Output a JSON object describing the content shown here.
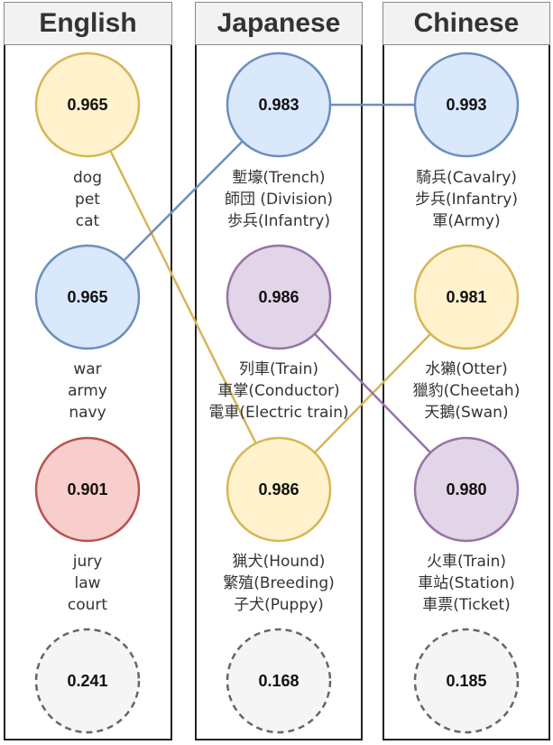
{
  "columns": [
    {
      "title": "English"
    },
    {
      "title": "Japanese"
    },
    {
      "title": "Chinese"
    }
  ],
  "colors": {
    "yellow_fill": "#fff2cc",
    "yellow_stroke": "#d6b656",
    "blue_fill": "#dae8fc",
    "blue_stroke": "#6c8ebf",
    "purple_fill": "#e1d5e7",
    "purple_stroke": "#9673a6",
    "red_fill": "#f8cecc",
    "red_stroke": "#b85450",
    "gray_fill": "#f5f5f5",
    "gray_stroke": "#666666"
  },
  "nodes": {
    "en_1": {
      "value": "0.965",
      "color": "yellow",
      "words": [
        "dog",
        "pet",
        "cat"
      ]
    },
    "en_2": {
      "value": "0.965",
      "color": "blue",
      "words": [
        "war",
        "army",
        "navy"
      ]
    },
    "en_3": {
      "value": "0.901",
      "color": "red",
      "words": [
        "jury",
        "law",
        "court"
      ]
    },
    "en_4": {
      "value": "0.241",
      "color": "gray",
      "words": []
    },
    "ja_1": {
      "value": "0.983",
      "color": "blue",
      "words": [
        "塹壕(Trench)",
        "師団 (Division)",
        "歩兵(Infantry)"
      ]
    },
    "ja_2": {
      "value": "0.986",
      "color": "purple",
      "words": [
        "列車(Train)",
        "車掌(Conductor)",
        "電車(Electric train)"
      ]
    },
    "ja_3": {
      "value": "0.986",
      "color": "yellow",
      "words": [
        "猟犬(Hound)",
        "繁殖(Breeding)",
        "子犬(Puppy)"
      ]
    },
    "ja_4": {
      "value": "0.168",
      "color": "gray",
      "words": []
    },
    "zh_1": {
      "value": "0.993",
      "color": "blue",
      "words": [
        "騎兵(Cavalry)",
        "步兵(Infantry)",
        "軍(Army)"
      ]
    },
    "zh_2": {
      "value": "0.981",
      "color": "yellow",
      "words": [
        "水獺(Otter)",
        "獵豹(Cheetah)",
        "天鵝(Swan)"
      ]
    },
    "zh_3": {
      "value": "0.980",
      "color": "purple",
      "words": [
        "火車(Train)",
        "車站(Station)",
        "車票(Ticket)"
      ]
    },
    "zh_4": {
      "value": "0.185",
      "color": "gray",
      "words": []
    }
  },
  "edges": [
    {
      "from": "en_1",
      "to": "ja_3",
      "color": "yellow"
    },
    {
      "from": "en_2",
      "to": "ja_1",
      "color": "blue"
    },
    {
      "from": "ja_1",
      "to": "zh_1",
      "color": "blue"
    },
    {
      "from": "ja_3",
      "to": "zh_2",
      "color": "yellow"
    },
    {
      "from": "ja_2",
      "to": "zh_3",
      "color": "purple"
    }
  ]
}
